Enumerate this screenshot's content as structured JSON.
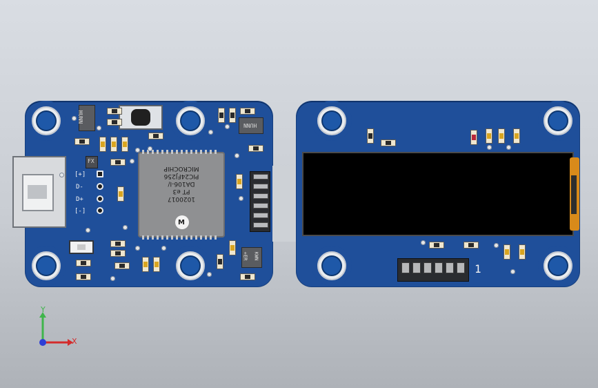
{
  "window": {
    "background": "gradient-gray"
  },
  "colors": {
    "pcb": "#1f4f9a",
    "oled": "#000000",
    "flex": "#d88a1a",
    "axis_x": "#d42b2b",
    "axis_y": "#3fb54b",
    "axis_z": "#2d3fd6"
  },
  "left_board": {
    "mcu": {
      "lines": [
        "MICROCHIP",
        "PIC24FJ256",
        "DA106-I/",
        "PT e3",
        "1020017"
      ]
    },
    "inductor_top": "HUNN",
    "inductor_right": "HUNN",
    "regulator": "+ER",
    "regulator2": "KWN",
    "pinout": [
      "[+]",
      "D-",
      "D+",
      "[-]"
    ],
    "tag": "FX"
  },
  "right_board": {
    "connector_label": "1"
  },
  "axes": {
    "x": "X",
    "y": "Y"
  }
}
